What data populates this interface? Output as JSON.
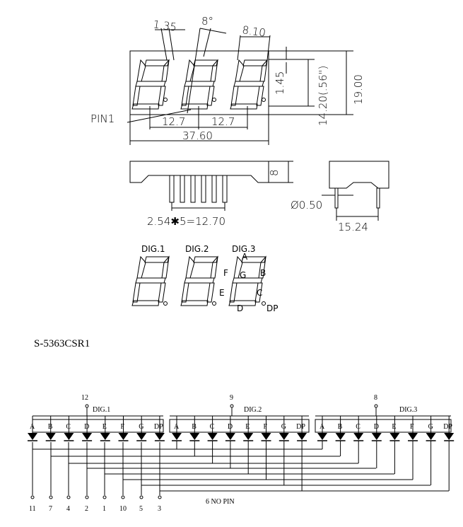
{
  "dimensions": {
    "seg_width": "1.35",
    "slant": "8°",
    "digit_height": "8.10",
    "pitch_a": "12.7",
    "pitch_b": "12.7",
    "overall_width": "37.60",
    "char_height": "14.20(.56\")",
    "seg_gap": "1.45",
    "overall_height": "19.00",
    "depth": "8",
    "pin_pitch": "2.54✱5=12.70",
    "pin_dia": "Ø0.50",
    "row_spacing": "15.24",
    "pin1": "PIN1"
  },
  "front": {
    "digits": [
      "DIG.1",
      "DIG.2",
      "DIG.3"
    ],
    "segments": {
      "a": "A",
      "b": "B",
      "c": "C",
      "d": "D",
      "e": "E",
      "f": "F",
      "g": "G",
      "dp": "DP"
    }
  },
  "part_number": "S-5363CSR1",
  "schematic": {
    "digits": [
      {
        "label": "DIG.1",
        "pin": "12"
      },
      {
        "label": "DIG.2",
        "pin": "9"
      },
      {
        "label": "DIG.3",
        "pin": "8"
      }
    ],
    "segments": [
      "A",
      "B",
      "C",
      "D",
      "E",
      "F",
      "G",
      "DP"
    ],
    "bottom_pins": [
      "11",
      "7",
      "4",
      "2",
      "1",
      "10",
      "5",
      "3"
    ],
    "note": "6 NO PIN"
  }
}
